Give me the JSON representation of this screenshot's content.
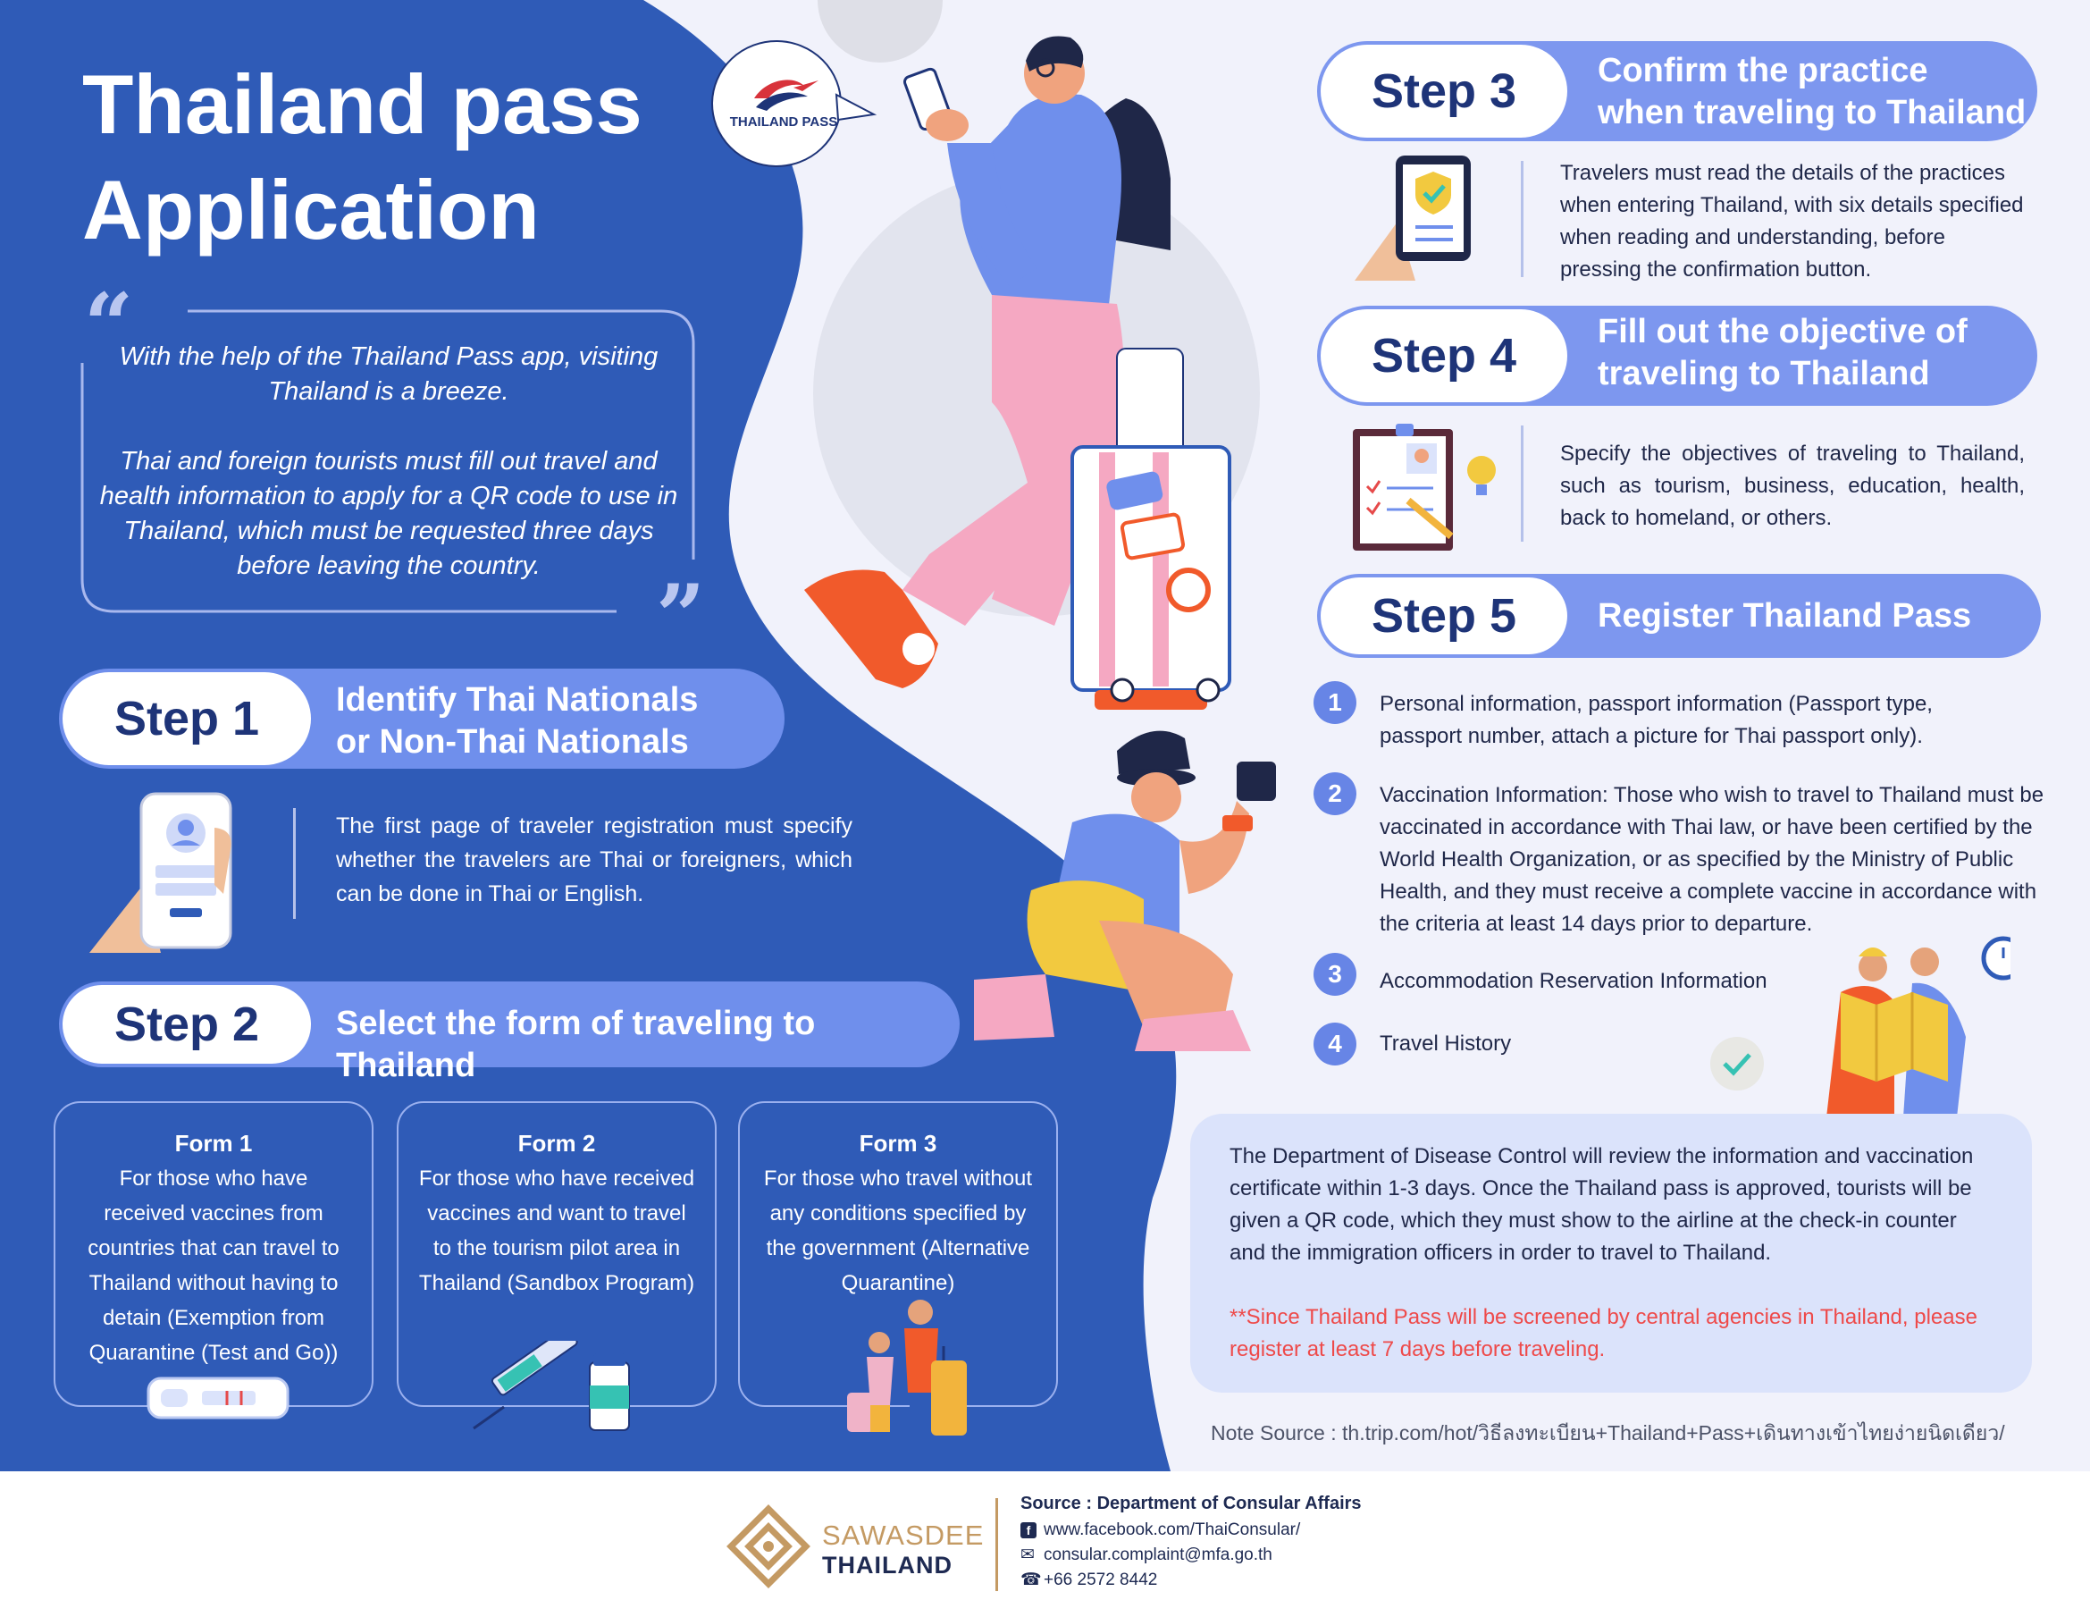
{
  "title_line1": "Thailand pass",
  "title_line2": "Application",
  "badge_label": "THAILAND PASS",
  "intro_p1": "With the help of the Thailand Pass app, visiting Thailand is a breeze.",
  "intro_p2": "Thai and foreign tourists must fill out travel and health information to apply for a QR code to use in Thailand, which must be requested three days before leaving the country.",
  "step1": {
    "tag": "Step 1",
    "heading_l1": "Identify Thai Nationals",
    "heading_l2": "or Non-Thai Nationals",
    "body": "The first page of traveler registration must specify whether the travelers are Thai or foreigners, which can be done in Thai or English."
  },
  "step2": {
    "tag": "Step 2",
    "heading": "Select the form of traveling to Thailand",
    "forms": [
      {
        "title": "Form 1",
        "text": "For those who have received vaccines from countries that can travel to Thailand without having to detain (Exemption from Quarantine (Test and Go))"
      },
      {
        "title": "Form 2",
        "text": "For those who have received vaccines and want to travel to the tourism pilot area in Thailand (Sandbox Program)"
      },
      {
        "title": "Form 3",
        "text": "For those who travel without any conditions specified by the government (Alternative Quarantine)"
      }
    ]
  },
  "step3": {
    "tag": "Step 3",
    "heading_l1": "Confirm the practice",
    "heading_l2": "when traveling to Thailand",
    "body": "Travelers must read the details of the practices when entering Thailand, with six details specified when reading and understanding, before pressing the confirmation button."
  },
  "step4": {
    "tag": "Step 4",
    "heading_l1": "Fill out the objective of",
    "heading_l2": "traveling to Thailand",
    "body": "Specify the objectives of traveling to Thailand, such as tourism, business, education, health, back to homeland, or others."
  },
  "step5": {
    "tag": "Step 5",
    "heading": "Register Thailand Pass",
    "items": [
      {
        "num": "1",
        "text": "Personal information, passport information (Passport type, passport number, attach a picture for Thai passport only)."
      },
      {
        "num": "2",
        "text": "Vaccination Information: Those who wish to travel to Thailand must be vaccinated in accordance with Thai law, or have been certified by the World Health Organization, or as specified by the Ministry of Public Health, and they must receive a complete vaccine in accordance with the criteria at least 14 days prior to departure."
      },
      {
        "num": "3",
        "text": "Accommodation Reservation Information"
      },
      {
        "num": "4",
        "text": "Travel History"
      }
    ]
  },
  "review_text": "The Department of Disease Control will review the information and vaccination certificate within 1-3 days. Once the Thailand pass is approved, tourists will be given a QR code, which they must show to the airline at the check-in counter and the immigration officers in order to travel to Thailand.",
  "warning_text": "**Since Thailand Pass will be screened by central agencies in Thailand, please register at least 7 days before traveling.",
  "note_source": "Note Source : th.trip.com/hot/วิธีลงทะเบียน+Thailand+Pass+เดินทางเข้าไทยง่ายนิดเดียว/",
  "footer": {
    "brand_l1": "SAWASDEE",
    "brand_l2": "THAILAND",
    "source": "Source : Department of Consular Affairs",
    "facebook": "www.facebook.com/ThaiConsular/",
    "email": "consular.complaint@mfa.go.th",
    "phone": "+66 2572 8442"
  },
  "colors": {
    "blue": "#2f5bb7",
    "accent": "#6f8fec",
    "warning": "#ee4a4a",
    "gold": "#c49a63"
  }
}
